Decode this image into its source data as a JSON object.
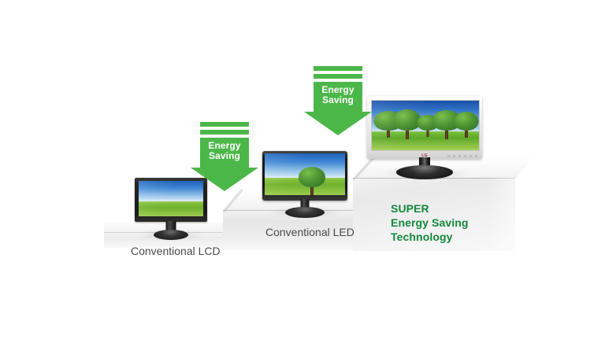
{
  "background_color": "#ffffff",
  "theme": {
    "arrow_green": "#4cb749",
    "super_green": "#13883d",
    "caption_gray": "#4a4a4a",
    "platform_gray": "#f0f0f0"
  },
  "arrows": [
    {
      "id": "arrow-lcd-to-led",
      "line1": "Energy",
      "line2": "Saving",
      "color": "#4cb749",
      "bars": 2
    },
    {
      "id": "arrow-led-to-super",
      "line1": "Energy",
      "line2": "Saving",
      "color": "#4cb749",
      "bars": 2
    }
  ],
  "products": [
    {
      "id": "conventional-lcd",
      "caption": "Conventional LCD",
      "bezel": "thick-black",
      "screen_scene": "sky-and-grass",
      "tree_count": 0,
      "tier": 1
    },
    {
      "id": "conventional-led",
      "caption": "Conventional LED",
      "bezel": "slim-glossy-black",
      "screen_scene": "single-tree-meadow",
      "tree_count": 1,
      "tier": 2
    },
    {
      "id": "super-energy-saving-monitor",
      "caption": "",
      "bezel": "white-silver",
      "screen_scene": "tree-row-meadow",
      "tree_count": 5,
      "tier": 3,
      "brand_mark": "LG"
    }
  ],
  "headline": {
    "line1": "SUPER",
    "line2": "Energy Saving",
    "line3": "Technology",
    "full": "SUPER\nEnergy Saving\nTechnology",
    "color": "#13883d"
  }
}
